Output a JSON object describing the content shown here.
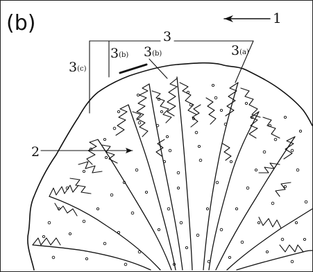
{
  "figure": {
    "panel_label": "(b)",
    "callouts": {
      "direction": "1",
      "main_growth": "3",
      "side_branch": "2",
      "c_num": "3",
      "c_sub": "(c)",
      "b1_num": "3",
      "b1_sub": "(b)",
      "b2_num": "3",
      "b2_sub": "(b)",
      "a_num": "3",
      "a_sub": "(a)"
    }
  }
}
